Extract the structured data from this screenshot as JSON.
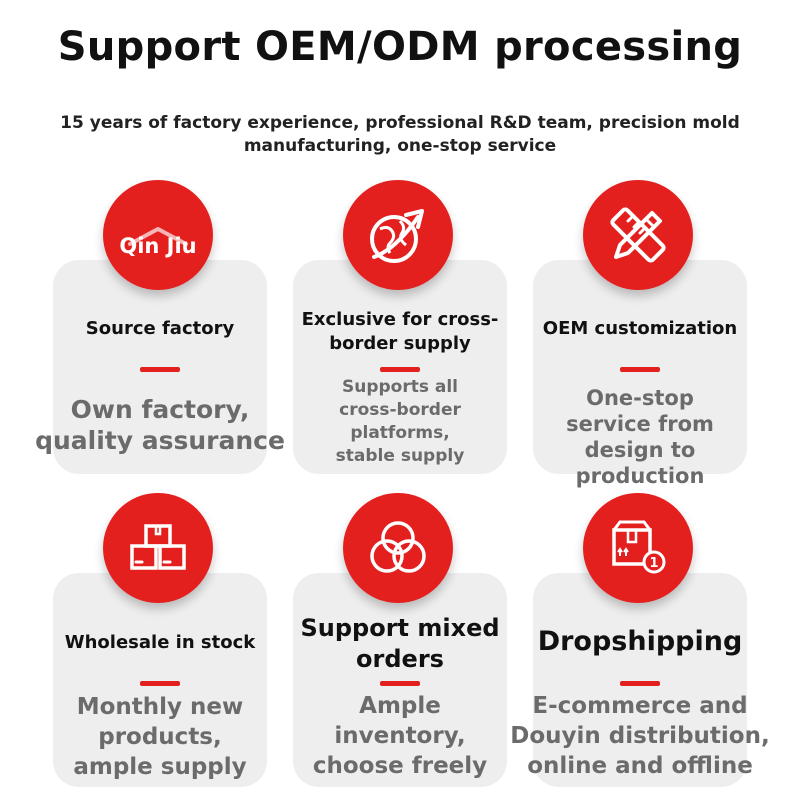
{
  "header": {
    "title": "Support OEM/ODM processing",
    "subtitle": "15 years of factory experience, professional R&D team, precision mold manufacturing, one-stop service"
  },
  "features": [
    {
      "logo_text": "Qin Jiu",
      "icon": "qin-jiu-logo",
      "heading": "Source factory",
      "description": "Own factory, quality assurance"
    },
    {
      "icon": "globe-arrow-icon",
      "heading": "Exclusive for cross-border supply",
      "description": "Supports all cross-border platforms, stable supply"
    },
    {
      "icon": "pencil-ruler-icon",
      "heading": "OEM customization",
      "description": "One-stop service from design to production"
    },
    {
      "icon": "boxes-icon",
      "heading": "Wholesale in stock",
      "description": "Monthly new products, ample supply"
    },
    {
      "icon": "overlapping-circles-icon",
      "heading": "Support mixed orders",
      "description": "Ample inventory, choose freely"
    },
    {
      "icon": "package-icon",
      "badge": "1",
      "heading": "Dropshipping",
      "description": "E-commerce and Douyin distribution, online and offline"
    }
  ],
  "colors": {
    "accent": "#e4201f",
    "card": "#eeeeee",
    "heading": "#111111",
    "description": "#6b6b6b"
  }
}
